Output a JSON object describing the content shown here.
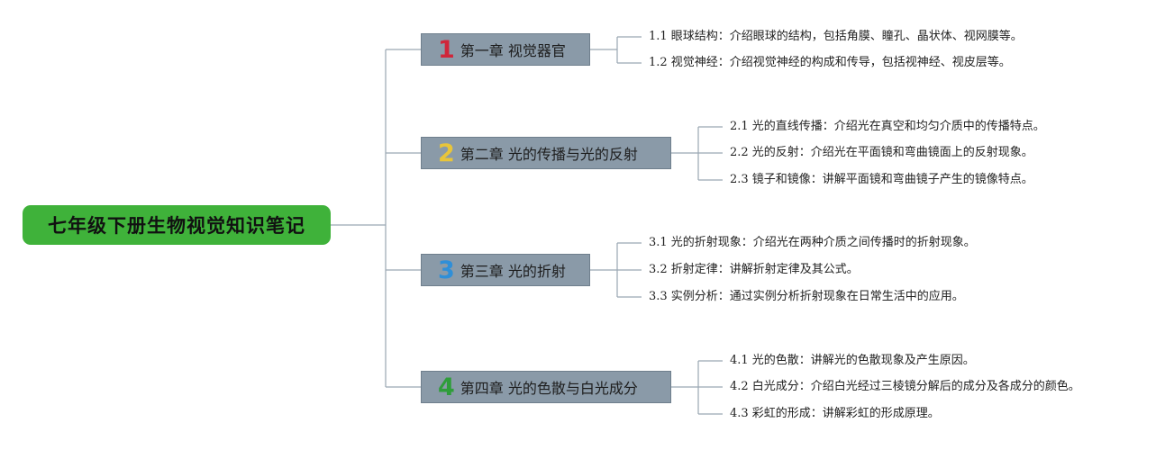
{
  "root": {
    "label": "七年级下册生物视觉知识笔记"
  },
  "colors": {
    "root_bg": "#3fb23a",
    "chapter_bg": "#8a9aa8",
    "connector": "#9aa7b2",
    "num_1": "#d0263a",
    "num_2": "#e8c53a",
    "num_3": "#2f8fd8",
    "num_4": "#2f9d3a"
  },
  "chapters": [
    {
      "num": "1",
      "title": "第一章 视觉器官",
      "items": [
        "1.1 眼球结构：介绍眼球的结构，包括角膜、瞳孔、晶状体、视网膜等。",
        "1.2 视觉神经：介绍视觉神经的构成和传导，包括视神经、视皮层等。"
      ]
    },
    {
      "num": "2",
      "title": "第二章 光的传播与光的反射",
      "items": [
        "2.1 光的直线传播：介绍光在真空和均匀介质中的传播特点。",
        "2.2 光的反射：介绍光在平面镜和弯曲镜面上的反射现象。",
        "2.3 镜子和镜像：讲解平面镜和弯曲镜子产生的镜像特点。"
      ]
    },
    {
      "num": "3",
      "title": "第三章 光的折射",
      "items": [
        "3.1 光的折射现象：介绍光在两种介质之间传播时的折射现象。",
        "3.2 折射定律：讲解折射定律及其公式。",
        "3.3 实例分析：通过实例分析折射现象在日常生活中的应用。"
      ]
    },
    {
      "num": "4",
      "title": "第四章 光的色散与白光成分",
      "items": [
        "4.1 光的色散：讲解光的色散现象及产生原因。",
        "4.2 白光成分：介绍白光经过三棱镜分解后的成分及各成分的颜色。",
        "4.3 彩虹的形成：讲解彩虹的形成原理。"
      ]
    }
  ]
}
